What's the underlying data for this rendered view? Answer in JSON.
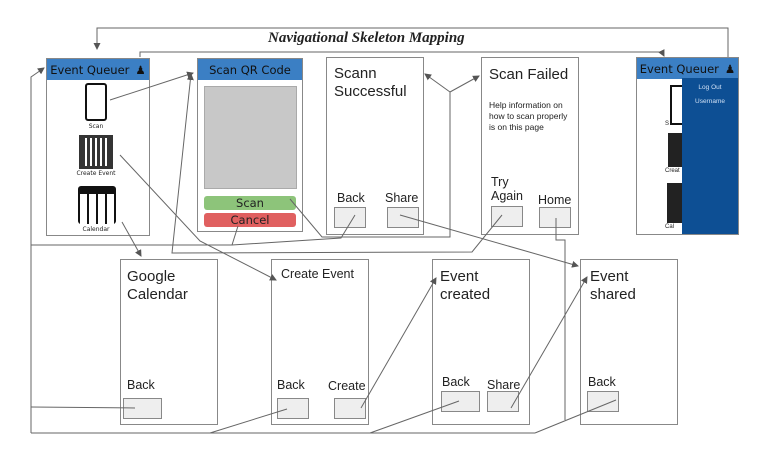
{
  "title": "Navigational Skeleton Mapping",
  "colors": {
    "header": "#3b7fc4",
    "dropdown": "#0d4f94",
    "scan": "#8dc47a",
    "cancel": "#e06060"
  },
  "home": {
    "header": "Event Queuer",
    "icon": "user-icon",
    "items": [
      {
        "label": "Scan",
        "icon": "smartphone-icon"
      },
      {
        "label": "Create Event",
        "icon": "qr-code-icon"
      },
      {
        "label": "Calendar",
        "icon": "calendar-icon"
      }
    ]
  },
  "scan_qr": {
    "header": "Scan QR Code",
    "scan": "Scan",
    "cancel": "Cancel"
  },
  "scan_success": {
    "title": "Scann Successful",
    "back": "Back",
    "share": "Share"
  },
  "scan_failed": {
    "title": "Scan Failed",
    "help": "Help information on how to scan properly is on this page",
    "try_again": "Try Again",
    "home": "Home"
  },
  "home_menu": {
    "header": "Event Queuer",
    "log_out": "Log Out",
    "username": "Username",
    "partial_labels": [
      "S",
      "Creat",
      "Cal"
    ]
  },
  "google_calendar": {
    "title": "Google Calendar",
    "back": "Back"
  },
  "create_event": {
    "title": "Create Event",
    "back": "Back",
    "create": "Create"
  },
  "event_created": {
    "title": "Event created",
    "back": "Back",
    "share": "Share"
  },
  "event_shared": {
    "title": "Event shared",
    "back": "Back"
  }
}
